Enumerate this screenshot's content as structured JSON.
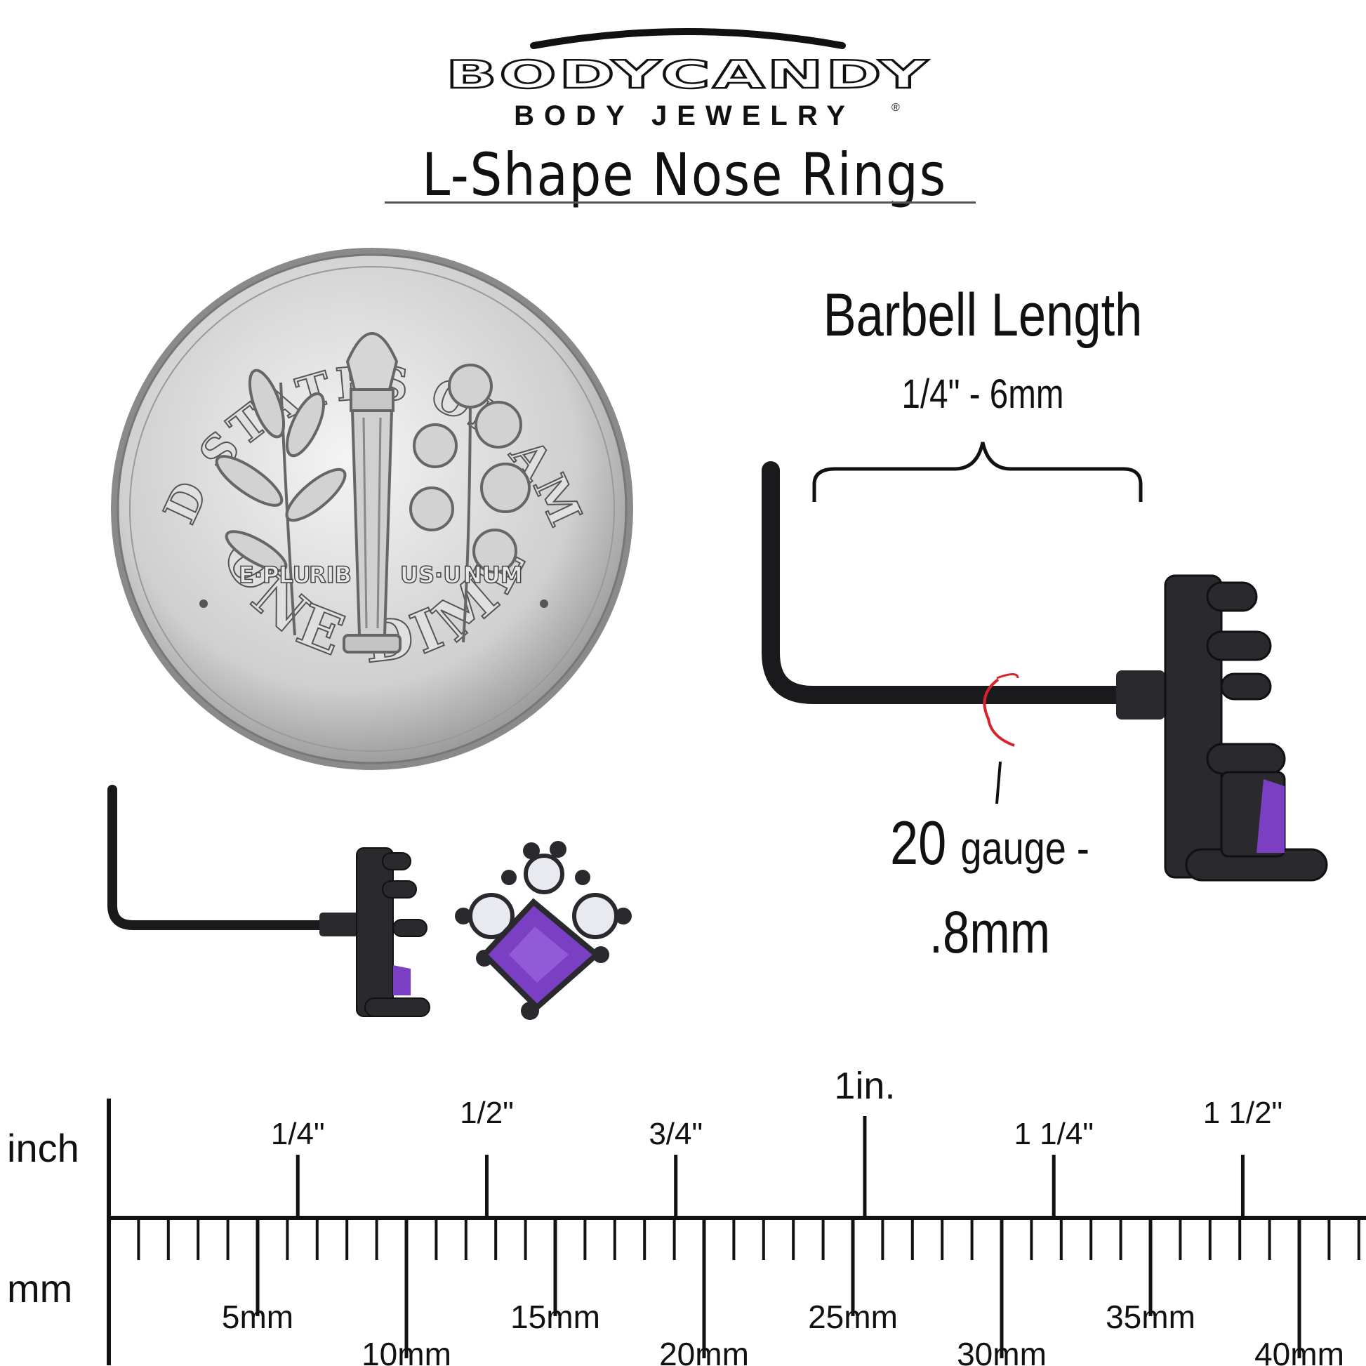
{
  "brand": {
    "name": "BODYCANDY",
    "tagline": "BODY JEWELRY",
    "registered": "®"
  },
  "title": "L-Shape Nose Rings",
  "barbell": {
    "heading": "Barbell Length",
    "size": "1/4\" - 6mm"
  },
  "gauge": {
    "number": "20",
    "word": "gauge -",
    "mm": ".8mm"
  },
  "coin": {
    "top_text": "UNITED STATES OF AMERICA",
    "motto_parts": [
      "E·PLU",
      "RIB",
      "US·U",
      "NUM"
    ],
    "bottom_text": "ONE DIME"
  },
  "gem_colors": {
    "main_stone": "#7b3fc4",
    "clear_stone": "#e8eaf0",
    "metal": "#2a2a2e",
    "ring_highlight": "#d9232a"
  },
  "ruler": {
    "inch_label": "inch",
    "mm_label": "mm",
    "inch_ticks": [
      {
        "value": 0.25,
        "label": "1/4\""
      },
      {
        "value": 0.5,
        "label": "1/2\""
      },
      {
        "value": 0.75,
        "label": "3/4\""
      },
      {
        "value": 1.0,
        "label": "1in."
      },
      {
        "value": 1.25,
        "label": "1 1/4\""
      },
      {
        "value": 1.5,
        "label": "1 1/2\""
      }
    ],
    "mm_labels": [
      {
        "value": 5,
        "label": "5mm"
      },
      {
        "value": 10,
        "label": "10mm"
      },
      {
        "value": 15,
        "label": "15mm"
      },
      {
        "value": 20,
        "label": "20mm"
      },
      {
        "value": 25,
        "label": "25mm"
      },
      {
        "value": 30,
        "label": "30mm"
      },
      {
        "value": 35,
        "label": "35mm"
      },
      {
        "value": 40,
        "label": "40mm"
      }
    ],
    "mm_max": 42
  }
}
